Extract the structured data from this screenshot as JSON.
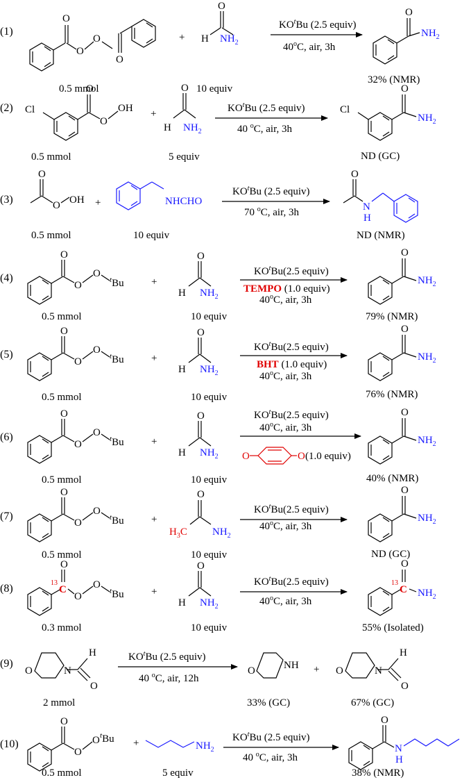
{
  "colors": {
    "blue": "#1a1aff",
    "red": "#e00000",
    "black": "#000000"
  },
  "atoms": {
    "O": "O",
    "OH": "OH",
    "H": "H",
    "NH2": "NH",
    "sub2": "2",
    "Cl": "Cl",
    "N": "N",
    "NH": "NH",
    "NHCHO": "NHCHO",
    "tBu_t": "t",
    "Bu": "Bu",
    "H3C_H": "H",
    "H3C_3": "3",
    "H3C_C": "C",
    "C": "C",
    "iso13": "13",
    "plus": "+"
  },
  "reactions": [
    {
      "label": "(1)",
      "left_amount": "0.5 mmol",
      "right_amount": "10 equiv",
      "cond_above": [
        "KO",
        "t",
        "Bu (2.5 equiv)"
      ],
      "cond_below": [
        "40",
        "o",
        "C, air, 3h"
      ],
      "yield": "32% (NMR)"
    },
    {
      "label": "(2)",
      "left_amount": "0.5 mmol",
      "right_amount": "5 equiv",
      "cond_above": [
        "KO",
        "t",
        "Bu (2.5 equiv)"
      ],
      "cond_below": [
        "40 ",
        "o",
        "C, air, 3h"
      ],
      "yield": "ND (GC)"
    },
    {
      "label": "(3)",
      "left_amount": "0.5 mmol",
      "right_amount": "10 equiv",
      "cond_above": [
        "KO",
        "t",
        "Bu (2.5 equiv)"
      ],
      "cond_below": [
        "70 ",
        "o",
        "C, air, 3h"
      ],
      "yield": "ND (NMR)"
    },
    {
      "label": "(4)",
      "left_amount": "0.5 mmol",
      "right_amount": "10 equiv",
      "cond_above": [
        "KO",
        "t",
        "Bu(2.5 equiv)"
      ],
      "additive": "TEMPO",
      "additive_rest": " (1.0 equiv)",
      "cond_below": [
        "40",
        "o",
        "C, air, 3h"
      ],
      "yield": "79% (NMR)"
    },
    {
      "label": "(5)",
      "left_amount": "0.5 mmol",
      "right_amount": "10 equiv",
      "cond_above": [
        "KO",
        "t",
        "Bu(2.5 equiv)"
      ],
      "additive": "BHT",
      "additive_rest": " (1.0 equiv)",
      "cond_below": [
        "40",
        "o",
        "C, air, 3h"
      ],
      "yield": "76% (NMR)"
    },
    {
      "label": "(6)",
      "left_amount": "0.5 mmol",
      "right_amount": "10 equiv",
      "cond_above": [
        "KO",
        "t",
        "Bu(2.5 equiv)"
      ],
      "cond_mid": [
        "40",
        "o",
        "C, air, 3h"
      ],
      "additive_rest": "(1.0 equiv)",
      "yield": "40% (NMR)"
    },
    {
      "label": "(7)",
      "left_amount": "0.5 mmol",
      "right_amount": "10 equiv",
      "cond_above": [
        "KO",
        "t",
        "Bu(2.5 equiv)"
      ],
      "cond_below": [
        "40",
        "o",
        "C, air, 3h"
      ],
      "yield": "ND (GC)"
    },
    {
      "label": "(8)",
      "left_amount": "0.3 mmol",
      "right_amount": "10 equiv",
      "cond_above": [
        "KO",
        "t",
        "Bu(2.5 equiv)"
      ],
      "cond_below": [
        "40",
        "o",
        "C, air, 3h"
      ],
      "yield": "55% (Isolated)"
    },
    {
      "label": "(9)",
      "left_amount": "2 mmol",
      "cond_above": [
        "KO",
        "t",
        "Bu (2.5 equiv)"
      ],
      "cond_below": [
        "40 ",
        "o",
        "C, air, 12h"
      ],
      "yield": "33% (GC)",
      "yield2": "67% (GC)"
    },
    {
      "label": "(10)",
      "left_amount": "0.5 mmol",
      "right_amount": "5 equiv",
      "cond_above": [
        "KO",
        "t",
        "Bu (2.5 equiv)"
      ],
      "cond_below": [
        "40 ",
        "o",
        "C, air, 3h"
      ],
      "yield": "38% (NMR)"
    }
  ]
}
